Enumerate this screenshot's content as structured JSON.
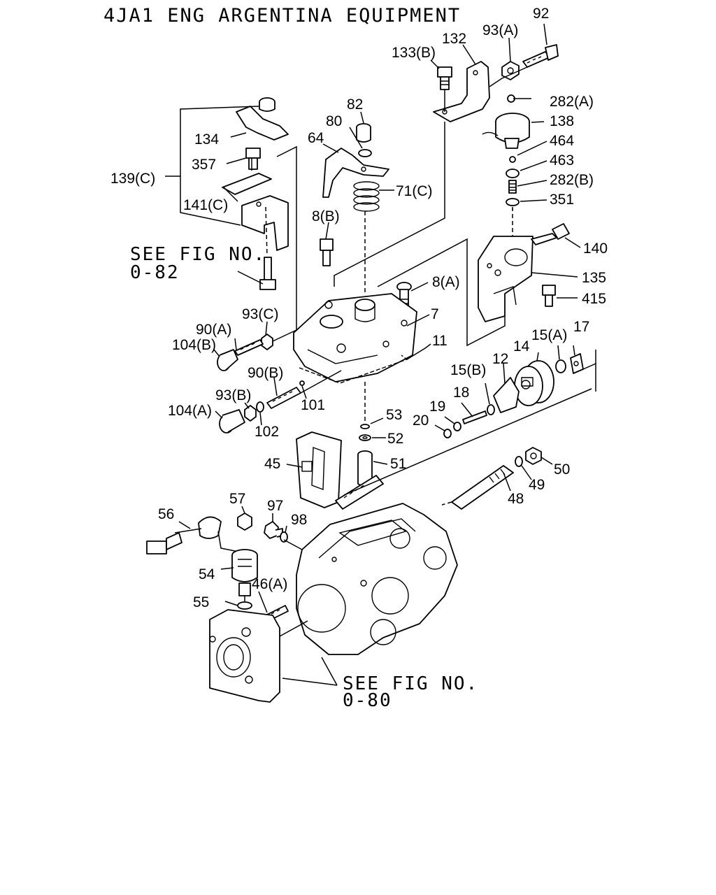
{
  "title": "4JA1 ENG ARGENTINA EQUIPMENT",
  "references": {
    "fig82_line1": "SEE FIG NO.",
    "fig82_line2": "0-82",
    "fig80_line1": "SEE FIG NO.",
    "fig80_line2": "0-80"
  },
  "callouts": [
    "92",
    "93(A)",
    "132",
    "133(B)",
    "282(A)",
    "138",
    "464",
    "463",
    "282(B)",
    "351",
    "140",
    "135",
    "415",
    "82",
    "80",
    "64",
    "71(C)",
    "134",
    "357",
    "139(C)",
    "141(C)",
    "8(B)",
    "8(A)",
    "7",
    "11",
    "93(C)",
    "90(A)",
    "104(B)",
    "90(B)",
    "93(B)",
    "104(A)",
    "102",
    "101",
    "17",
    "15(A)",
    "14",
    "15(B)",
    "12",
    "18",
    "19",
    "20",
    "53",
    "52",
    "51",
    "45",
    "50",
    "49",
    "48",
    "57",
    "56",
    "97",
    "98",
    "54",
    "46(A)",
    "55"
  ]
}
